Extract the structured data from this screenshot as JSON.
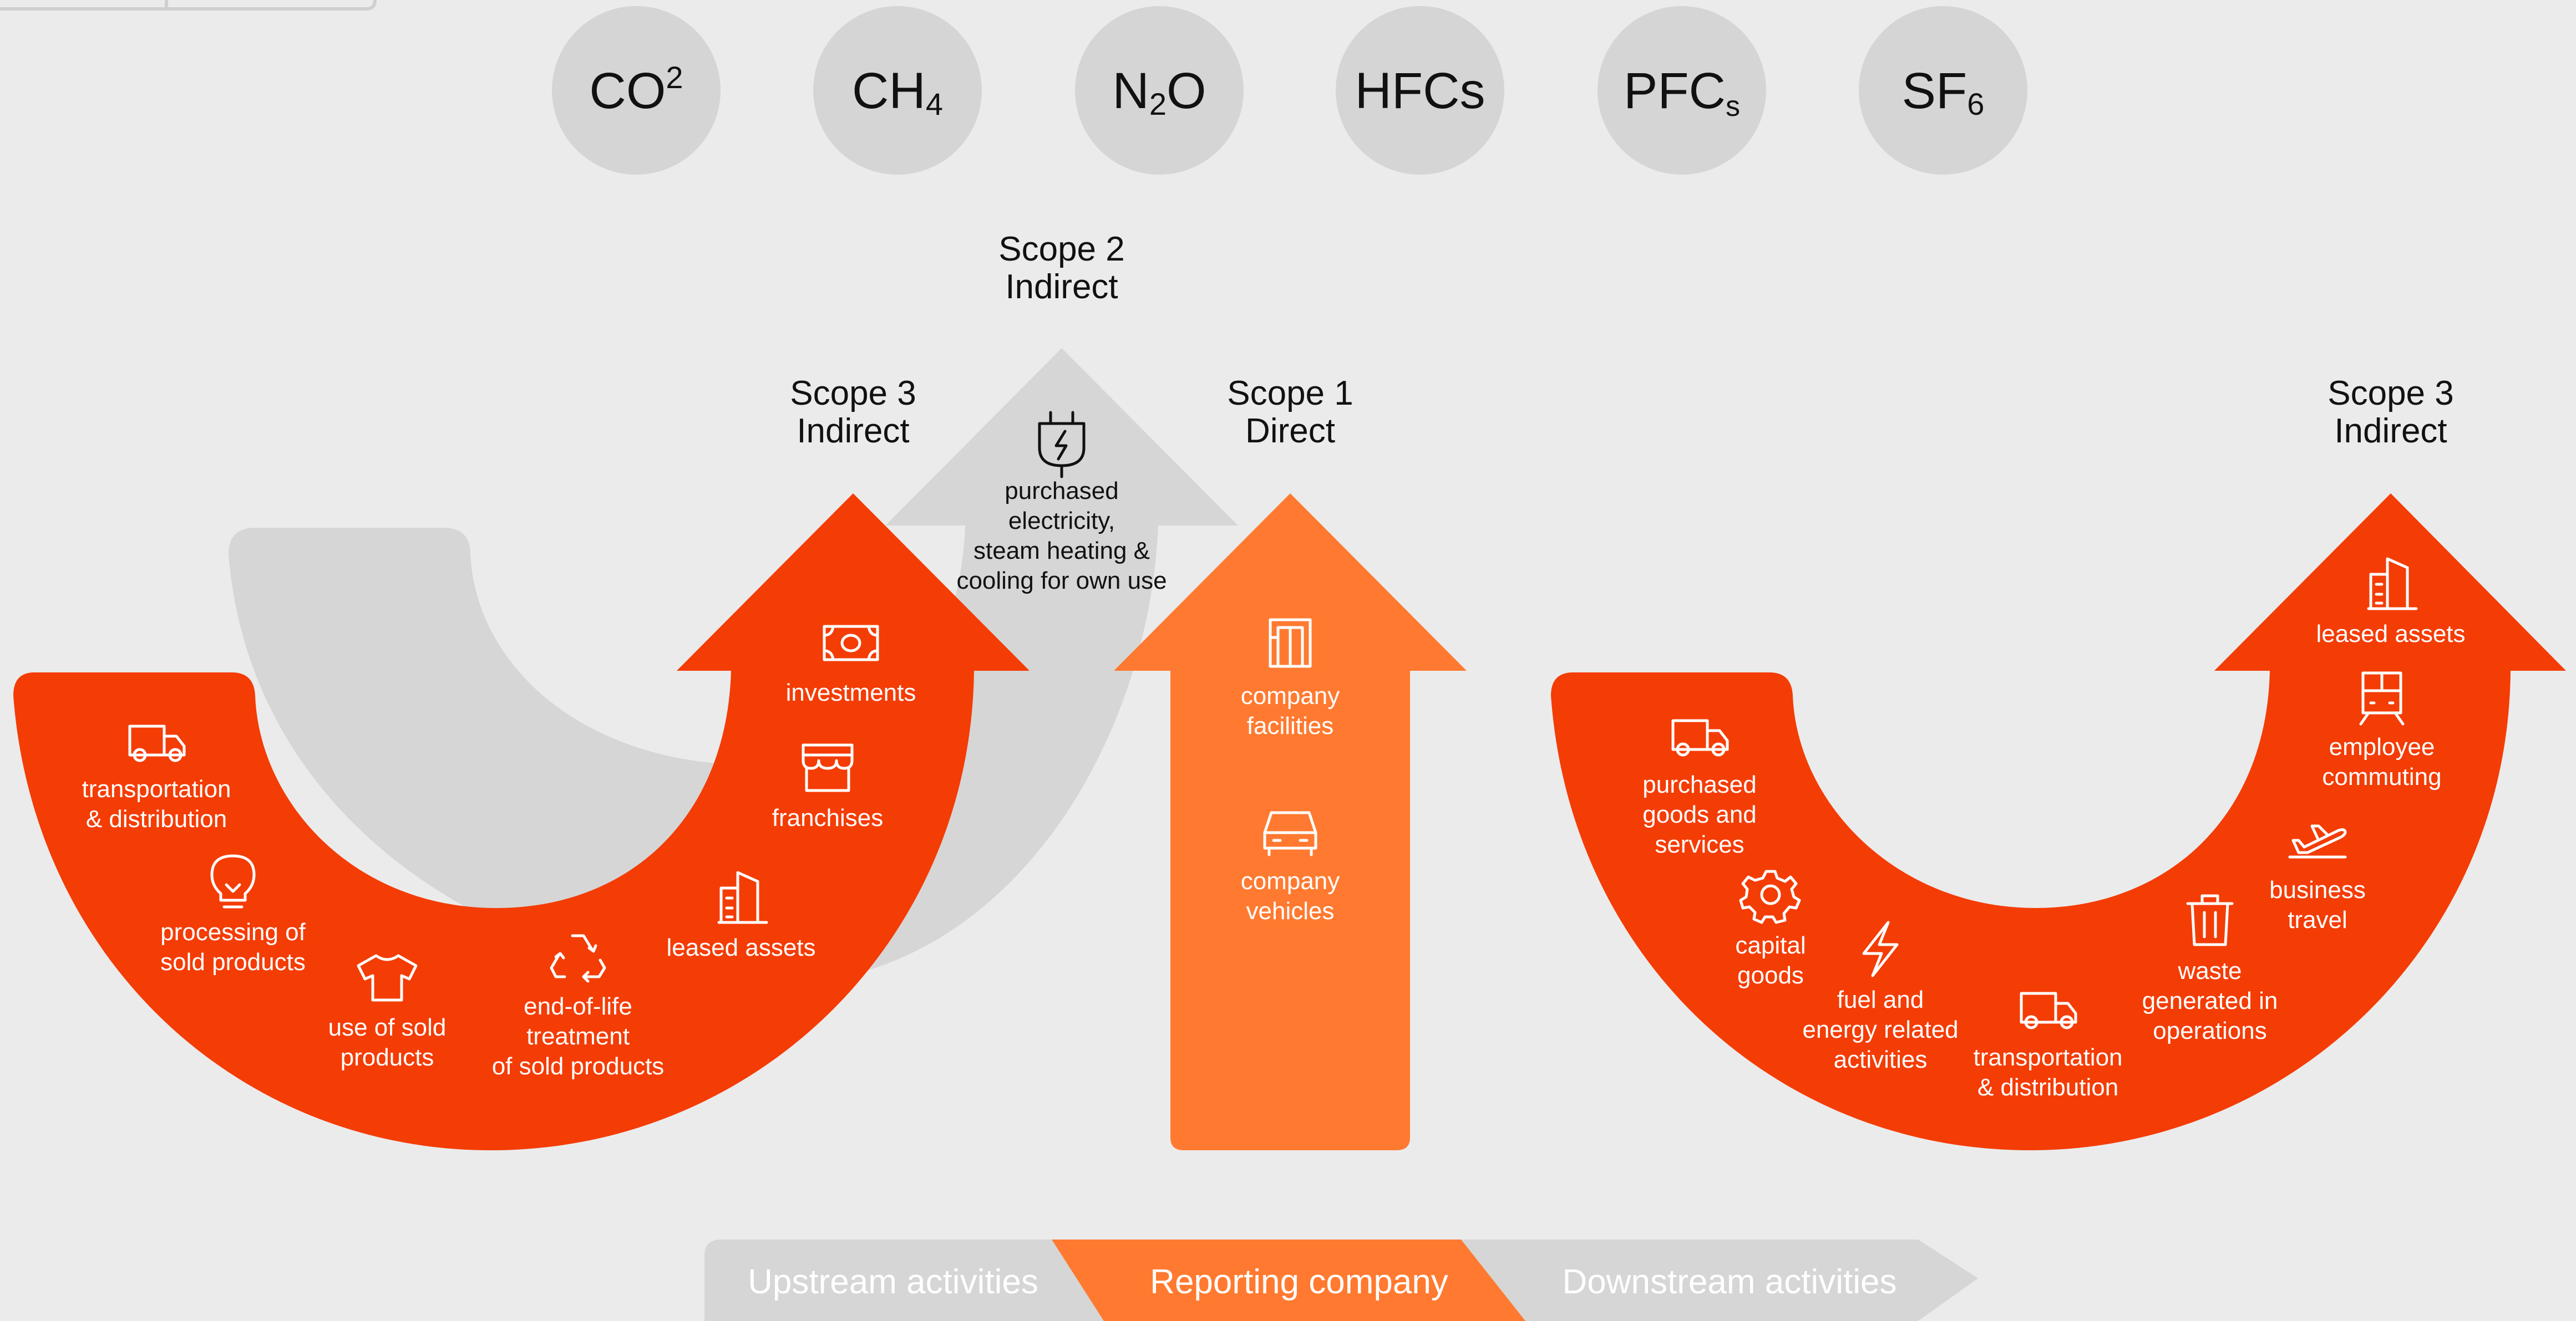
{
  "colors": {
    "background": "#ebebeb",
    "scope3": "#f43c05",
    "scope1": "#ff7a30",
    "scope2": "#d6d6d6",
    "gas_circle": "#d5d5d5"
  },
  "gases": [
    {
      "main": "CO",
      "sub": "",
      "sup": "2"
    },
    {
      "main": "CH",
      "sub": "4",
      "sup": ""
    },
    {
      "main": "N",
      "sub": "2",
      "main2": "O"
    },
    {
      "main": "HFCs",
      "sub": "",
      "sup": ""
    },
    {
      "main": "PFC",
      "sub": "s",
      "sup": ""
    },
    {
      "main": "SF",
      "sub": "6",
      "sup": ""
    }
  ],
  "scope2": {
    "title": "Scope 2",
    "subtitle": "Indirect",
    "icon": "plug-icon",
    "lines": [
      "purchased",
      "electricity,",
      "steam heating &",
      "cooling for own use"
    ]
  },
  "scope1": {
    "title": "Scope 1",
    "subtitle": "Direct",
    "items": [
      {
        "icon": "building-icon",
        "lines": [
          "company",
          "facilities"
        ]
      },
      {
        "icon": "car-icon",
        "lines": [
          "company",
          "vehicles"
        ]
      }
    ]
  },
  "scope3_left": {
    "title": "Scope 3",
    "subtitle": "Indirect",
    "items": [
      {
        "icon": "truck-icon",
        "lines": [
          "transportation",
          "& distribution"
        ]
      },
      {
        "icon": "lightbulb-icon",
        "lines": [
          "processing of",
          "sold products"
        ]
      },
      {
        "icon": "tshirt-icon",
        "lines": [
          "use of sold",
          "products"
        ]
      },
      {
        "icon": "recycle-icon",
        "lines": [
          "end-of-life",
          "treatment",
          "of sold products"
        ]
      },
      {
        "icon": "office-building-icon",
        "lines": [
          "leased assets"
        ]
      },
      {
        "icon": "storefront-icon",
        "lines": [
          "franchises"
        ]
      },
      {
        "icon": "banknote-icon",
        "lines": [
          "investments"
        ]
      }
    ]
  },
  "scope3_right": {
    "title": "Scope 3",
    "subtitle": "Indirect",
    "items": [
      {
        "icon": "truck-icon",
        "lines": [
          "purchased",
          "goods and",
          "services"
        ]
      },
      {
        "icon": "gear-icon",
        "lines": [
          "capital",
          "goods"
        ]
      },
      {
        "icon": "lightning-icon",
        "lines": [
          "fuel and",
          "energy related",
          "activities"
        ]
      },
      {
        "icon": "truck-icon",
        "lines": [
          "transportation",
          "& distribution"
        ]
      },
      {
        "icon": "trash-icon",
        "lines": [
          "waste",
          "generated in",
          "operations"
        ]
      },
      {
        "icon": "airplane-icon",
        "lines": [
          "business",
          "travel"
        ]
      },
      {
        "icon": "train-icon",
        "lines": [
          "employee",
          "commuting"
        ]
      },
      {
        "icon": "office-building-icon",
        "lines": [
          "leased assets"
        ]
      }
    ]
  },
  "activity_bar": {
    "upstream": "Upstream activities",
    "reporting": "Reporting company",
    "downstream": "Downstream activities"
  }
}
